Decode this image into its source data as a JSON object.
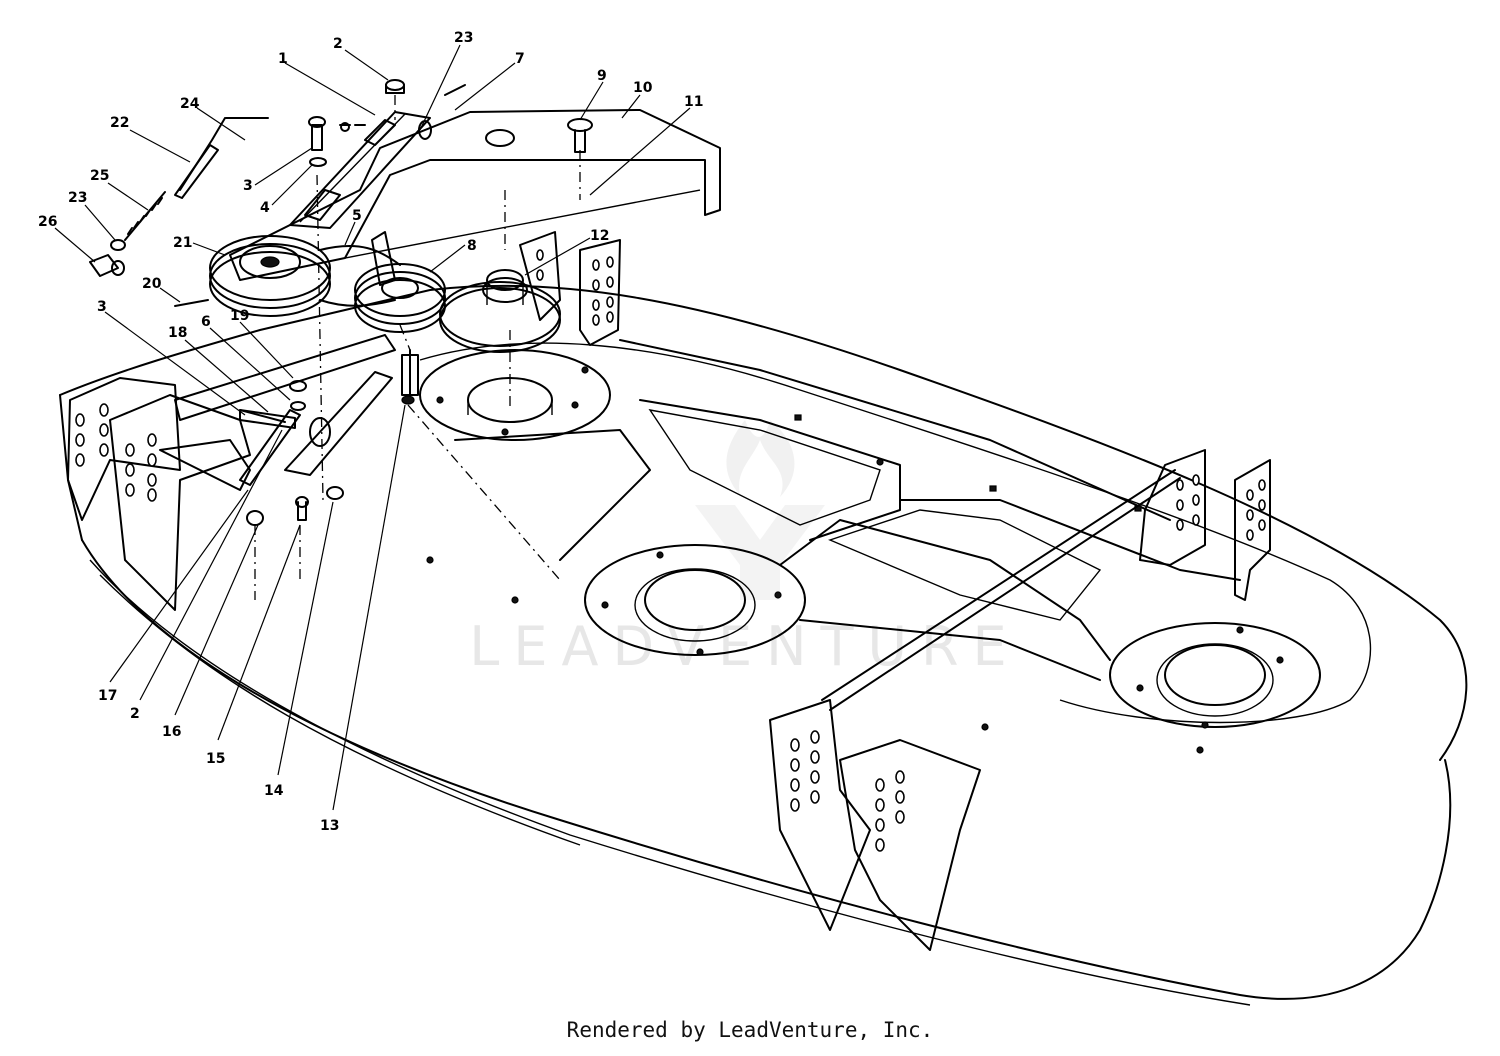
{
  "watermark": "LEADVENTURE",
  "footer": "Rendered by LeadVenture, Inc.",
  "callouts": [
    "1",
    "2",
    "23",
    "7",
    "9",
    "10",
    "11",
    "24",
    "22",
    "25",
    "3",
    "4",
    "23",
    "26",
    "21",
    "5",
    "8",
    "12",
    "20",
    "3",
    "18",
    "6",
    "19",
    "17",
    "2",
    "16",
    "15",
    "14",
    "13"
  ]
}
